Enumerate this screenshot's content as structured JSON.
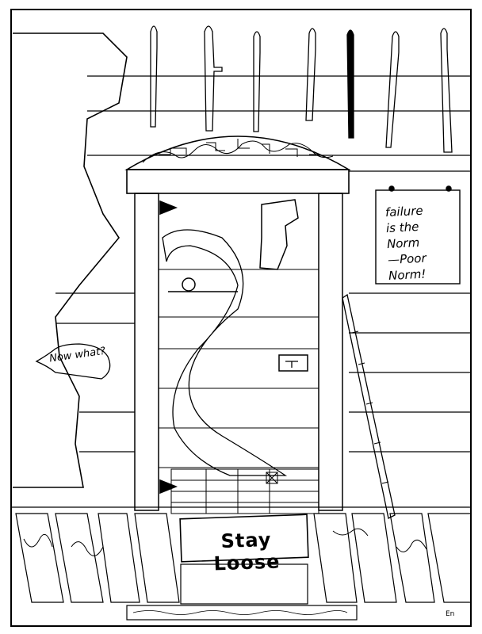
{
  "speech_bubble": {
    "text": "Now what?"
  },
  "wall_sign": {
    "line1": "failure",
    "line2": "is the Norm",
    "line3": "—Poor",
    "line4": "Norm!"
  },
  "door_mat": {
    "text": "Stay Loose"
  },
  "artist_initials": "En",
  "colors": {
    "ink": "#000000",
    "paper": "#ffffff"
  }
}
